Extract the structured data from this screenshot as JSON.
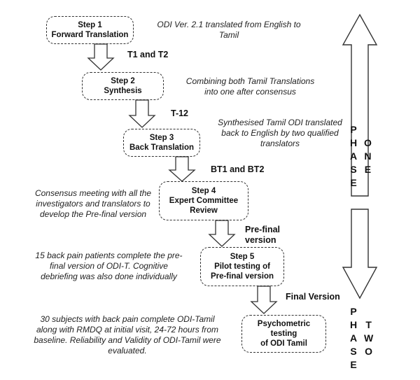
{
  "steps": [
    {
      "title": "Step 1",
      "lines": [
        "Forward Translation"
      ]
    },
    {
      "title": "Step 2",
      "lines": [
        "Synthesis"
      ]
    },
    {
      "title": "Step 3",
      "lines": [
        "Back Translation"
      ]
    },
    {
      "title": "Step 4",
      "lines": [
        "Expert Committee",
        "Review"
      ]
    },
    {
      "title": "Step 5",
      "lines": [
        "Pilot testing of",
        "Pre-final version"
      ]
    },
    {
      "title": "",
      "lines": [
        "Psychometric",
        "testing",
        "of ODI Tamil"
      ]
    }
  ],
  "arrow_labels": [
    "T1 and T2",
    "T-12",
    "BT1 and BT2",
    "Pre-final\nversion",
    "Final Version"
  ],
  "notes": [
    "ODI Ver. 2.1 translated from English to\nTamil",
    "Combining both Tamil Translations\ninto one after consensus",
    "Synthesised Tamil ODI translated\nback to English by two qualified\ntranslators",
    "Consensus meeting with all the\ninvestigators and translators to\ndevelop the Pre-final version",
    "15 back pain patients complete the pre-\nfinal version of ODI-T. Cognitive\ndebriefing was also done individually",
    "30 subjects with back pain complete ODI-Tamil\nalong with RMDQ at initial visit, 24-72 hours from\nbaseline. Reliability and Validity of ODI-Tamil were\nevaluated."
  ],
  "phases": [
    {
      "word1": [
        "P",
        "H",
        "A",
        "S",
        "E"
      ],
      "word2": [
        "O",
        "N",
        "E"
      ]
    },
    {
      "word1": [
        "P",
        "H",
        "A",
        "S",
        "E"
      ],
      "word2": [
        "T",
        "W",
        "O"
      ]
    }
  ]
}
